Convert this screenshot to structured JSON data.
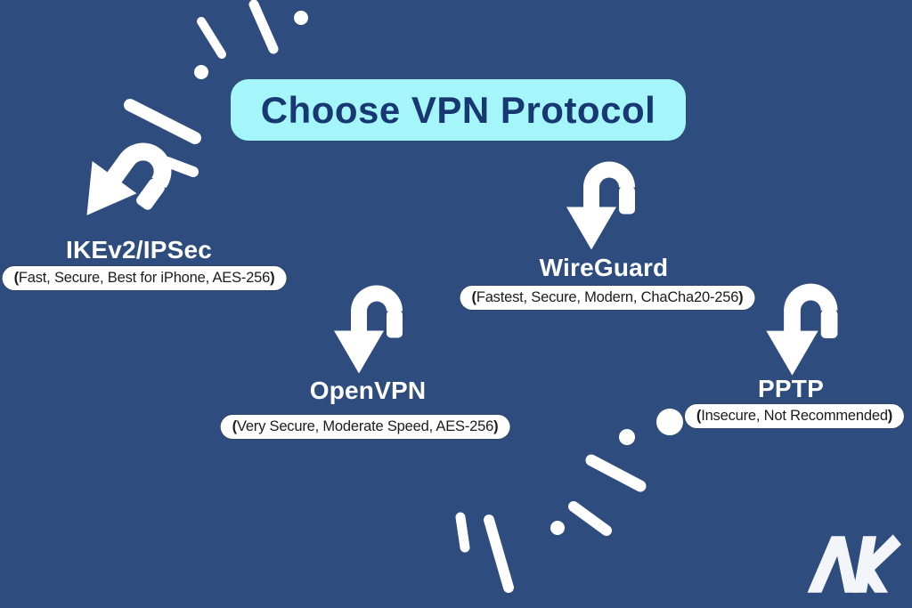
{
  "colors": {
    "background": "#2e4d7e",
    "title_bg": "#a5f6fa",
    "title_text": "#183873",
    "pill_bg": "#ffffff",
    "pill_text": "#1c1c1e",
    "accent_white": "#ffffff"
  },
  "title": {
    "label": "Choose VPN Protocol"
  },
  "protocols": [
    {
      "id": "ikev2-ipsec",
      "name": "IKEv2/IPSec",
      "paren_open": "(",
      "traits": "Fast, Secure, Best for iPhone, AES-256",
      "paren_close": ")"
    },
    {
      "id": "wireguard",
      "name": "WireGuard",
      "paren_open": "(",
      "traits": "Fastest, Secure, Modern, ChaCha20-256",
      "paren_close": ")"
    },
    {
      "id": "openvpn",
      "name": "OpenVPN",
      "paren_open": "(",
      "traits": "Very Secure, Moderate Speed, AES-256",
      "paren_close": ")"
    },
    {
      "id": "pptp",
      "name": "PPTP",
      "paren_open": "(",
      "traits": "Insecure, Not Recommended",
      "paren_close": ")"
    }
  ],
  "icons": {
    "arrow": "u-turn-down-arrow-icon",
    "decorations": "burst-dashes-and-dots"
  },
  "logo": {
    "text": "AK"
  }
}
